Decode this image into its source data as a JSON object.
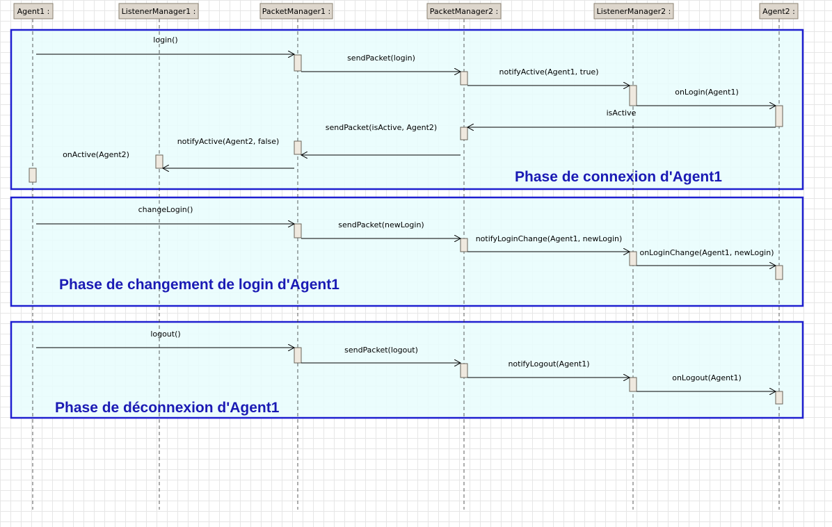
{
  "lifelines": [
    {
      "id": "a1",
      "label": "Agent1 :"
    },
    {
      "id": "lm1",
      "label": "ListenerManager1 :"
    },
    {
      "id": "pm1",
      "label": "PacketManager1 :"
    },
    {
      "id": "pm2",
      "label": "PacketManager2 :"
    },
    {
      "id": "lm2",
      "label": "ListenerManager2 :"
    },
    {
      "id": "a2",
      "label": "Agent2 :"
    }
  ],
  "phases": [
    {
      "id": "connexion",
      "label": "Phase de connexion d'Agent1"
    },
    {
      "id": "changement",
      "label": "Phase de changement de login d'Agent1"
    },
    {
      "id": "deconnexion",
      "label": "Phase de déconnexion d'Agent1"
    }
  ],
  "messages": [
    {
      "from": "a1",
      "to": "pm1",
      "label": "login()"
    },
    {
      "from": "pm1",
      "to": "pm2",
      "label": "sendPacket(login)"
    },
    {
      "from": "pm2",
      "to": "lm2",
      "label": "notifyActive(Agent1, true)"
    },
    {
      "from": "lm2",
      "to": "a2",
      "label": "onLogin(Agent1)"
    },
    {
      "from": "a2",
      "to": "pm2",
      "label": "sendPacket(isActive, Agent2)"
    },
    {
      "from": "pm2",
      "to": "pm1",
      "label": "notifyActive(Agent2, false)"
    },
    {
      "from": "pm1",
      "to": "lm1",
      "label": "onActive(Agent2)"
    },
    {
      "from": "lm1",
      "to": "a1",
      "label": ""
    },
    {
      "from": "a1",
      "to": "pm1",
      "label": "changeLogin()"
    },
    {
      "from": "pm1",
      "to": "pm2",
      "label": "sendPacket(newLogin)"
    },
    {
      "from": "pm2",
      "to": "lm2",
      "label": "notifyLoginChange(Agent1, newLogin)"
    },
    {
      "from": "lm2",
      "to": "a2",
      "label": "onLoginChange(Agent1, newLogin)"
    },
    {
      "from": "a1",
      "to": "pm1",
      "label": "logout()"
    },
    {
      "from": "pm1",
      "to": "pm2",
      "label": "sendPacket(logout)"
    },
    {
      "from": "pm2",
      "to": "lm2",
      "label": "notifyLogout(Agent1)"
    },
    {
      "from": "lm2",
      "to": "a2",
      "label": "onLogout(Agent1)"
    }
  ],
  "notes": [
    {
      "label": "isActive"
    }
  ],
  "colors": {
    "frame_border": "#1f1fd0",
    "frame_fill": "#e8fdfd",
    "phase_text": "#1a1ab4",
    "head_fill": "#ddd6cc",
    "head_border": "#8a8070",
    "activation_fill": "#efe9df",
    "lifeline": "#333333"
  }
}
